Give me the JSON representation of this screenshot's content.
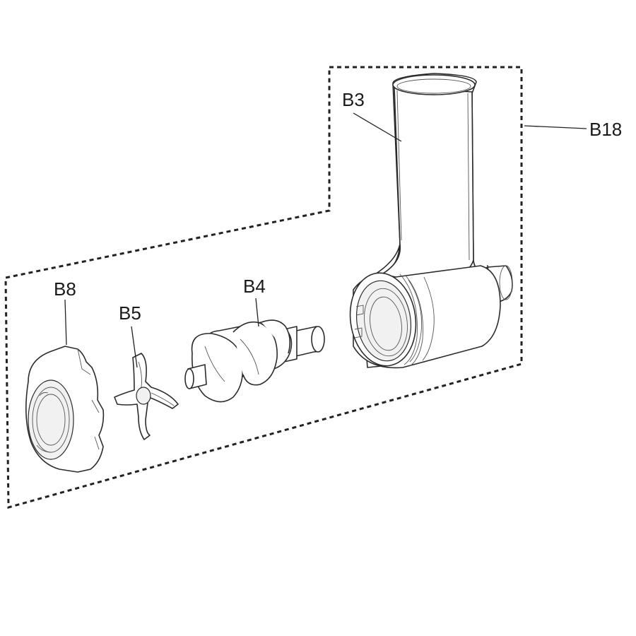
{
  "labels": {
    "b3": "B3",
    "b4": "B4",
    "b5": "B5",
    "b8": "B8",
    "b18": "B18"
  }
}
